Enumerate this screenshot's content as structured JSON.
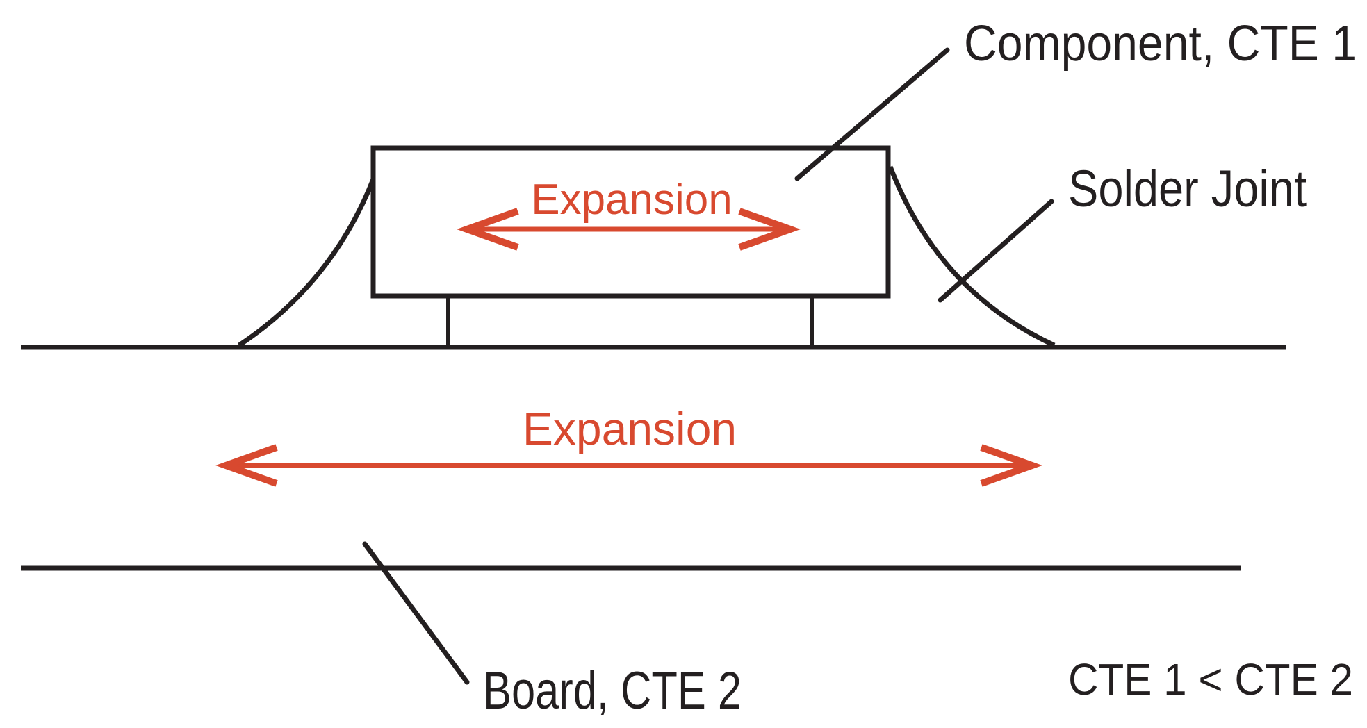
{
  "diagram": {
    "title_semantic": "CTE mismatch between component and board",
    "labels": {
      "component": "Component, CTE 1",
      "solder_joint": "Solder Joint",
      "board": "Board, CTE 2",
      "relation": "CTE 1 < CTE 2",
      "component_expansion": "Expansion",
      "board_expansion": "Expansion"
    },
    "colors": {
      "ink": "#231F20",
      "accent_red": "#D8492F",
      "background": "#FFFFFF"
    }
  }
}
